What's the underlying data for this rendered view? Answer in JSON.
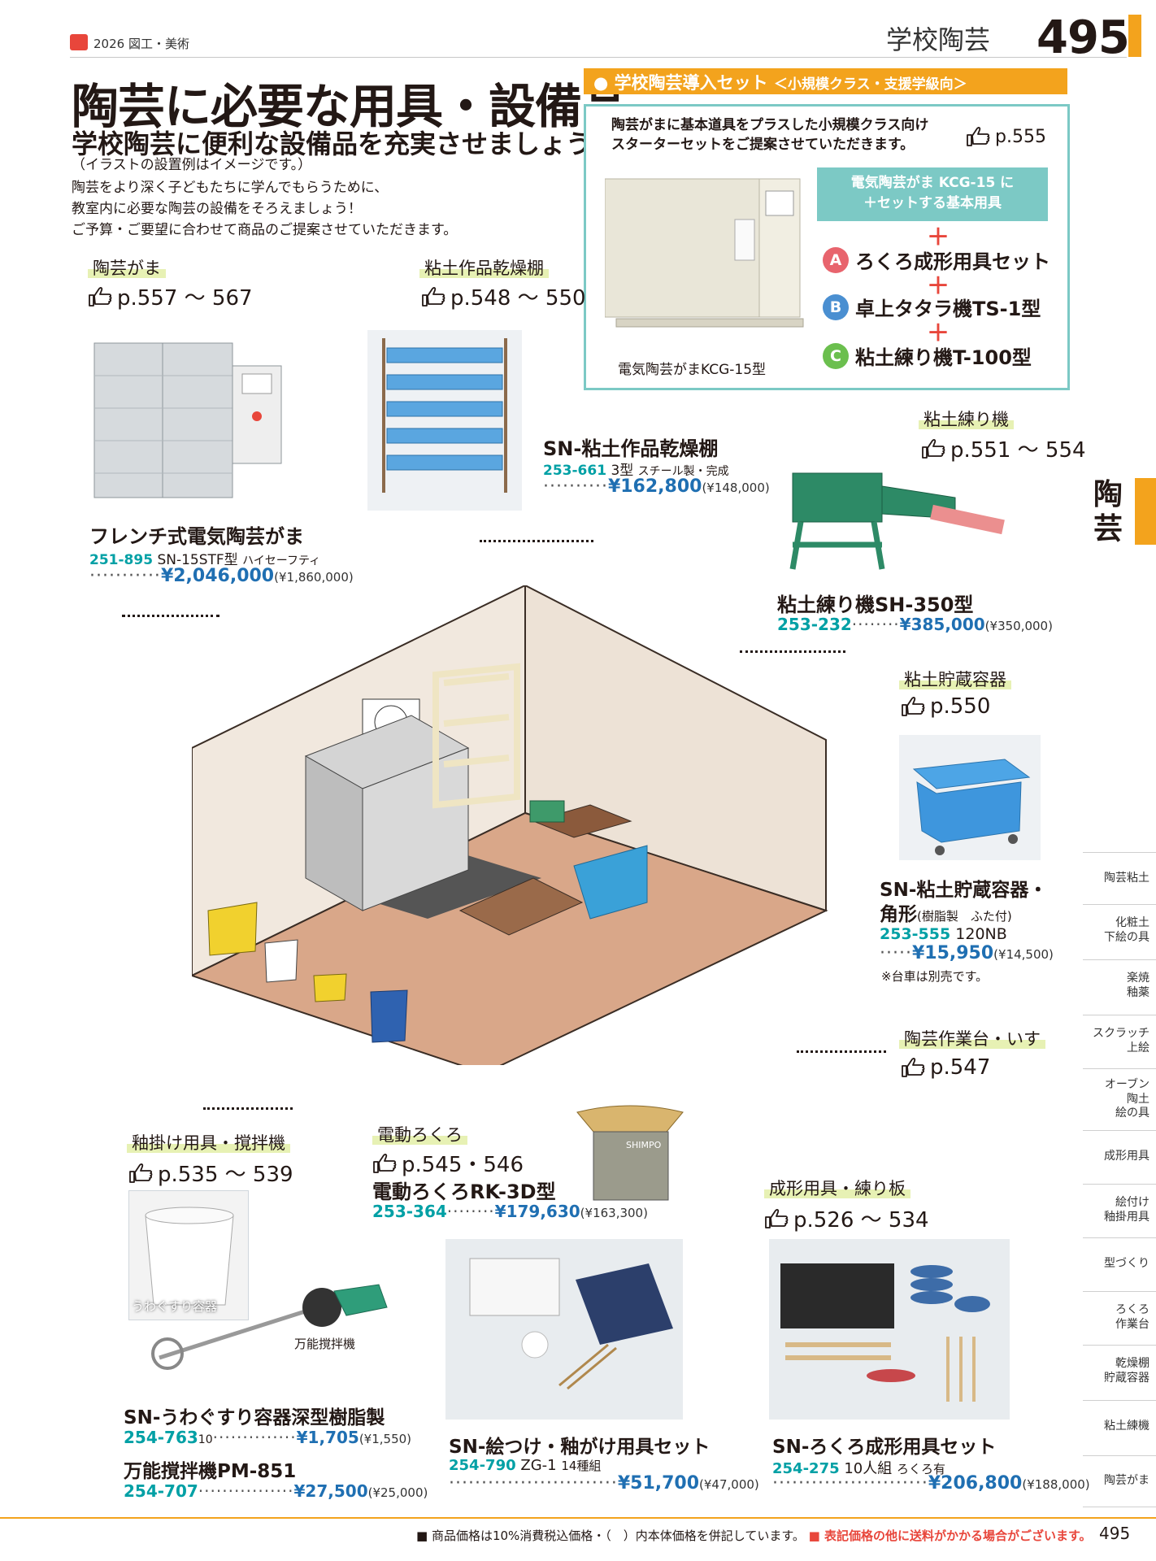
{
  "header": {
    "catalog": "2026 図工・美術",
    "section": "学校陶芸",
    "page_number": "495"
  },
  "main_title": "陶芸に必要な用具・設備品",
  "subtitle": "学校陶芸に便利な設備品を充実させましょう。",
  "note": "（イラストの設置例はイメージです。）",
  "intro": [
    "陶芸をより深く子どもたちに学んでもらうために、",
    "教室内に必要な陶芸の設備をそろえましょう！",
    "ご予算・ご要望に合わせて商品のご提案させていただきます。"
  ],
  "set_box": {
    "title": "● 学校陶芸導入セット",
    "title_sub": "＜小規模クラス・支援学級向＞",
    "desc": [
      "陶芸がまに基本道具をプラスした小規模クラス向け",
      "スターターセットをご提案させていただきます。"
    ],
    "ref": "p.555",
    "kiln_caption": "電気陶芸がまKCG-15型",
    "base_label": [
      "電気陶芸がま KCG-15 に",
      "＋セットする基本用具"
    ],
    "plus": "＋",
    "items": [
      {
        "badge": "A",
        "label": "ろくろ成形用具セット",
        "color": "#e8646d"
      },
      {
        "badge": "B",
        "label": "卓上タタラ機TS-1型",
        "color": "#4a8fd1"
      },
      {
        "badge": "C",
        "label": "粘土練り機T-100型",
        "color": "#6bbf4e"
      }
    ]
  },
  "categories": {
    "kiln": {
      "label": "陶芸がま",
      "ref": "p.557 ～ 567"
    },
    "rack": {
      "label": "粘土作品乾燥棚",
      "ref": "p.548 ～ 550"
    },
    "kneader": {
      "label": "粘土練り機",
      "ref": "p.551 ～ 554"
    },
    "storage": {
      "label": "粘土貯蔵容器",
      "ref": "p.550"
    },
    "table": {
      "label": "陶芸作業台・いす",
      "ref": "p.547"
    },
    "glaze": {
      "label": "釉掛け用具・撹拌機",
      "ref": "p.535 ～ 539"
    },
    "wheel": {
      "label": "電動ろくろ",
      "ref": "p.545・546"
    },
    "forming": {
      "label": "成形用具・練り板",
      "ref": "p.526 ～ 534"
    }
  },
  "products": {
    "kiln": {
      "name": "フレンチ式電気陶芸がま",
      "code": "251-895",
      "spec": "SN-15STF型",
      "spec2": "ハイセーフティ",
      "price": "¥2,046,000",
      "base": "(¥1,860,000)"
    },
    "rack": {
      "name": "SN-粘土作品乾燥棚",
      "code": "253-661",
      "spec": "3型",
      "spec2": "スチール製・完成",
      "price": "¥162,800",
      "base": "(¥148,000)"
    },
    "kneader": {
      "name": "粘土練り機SH-350型",
      "code": "253-232",
      "price": "¥385,000",
      "base": "(¥350,000)"
    },
    "storage": {
      "name1": "SN-粘土貯蔵容器・",
      "name2": "角形",
      "name2_sub": "(樹脂製　ふた付)",
      "code": "253-555",
      "spec": "120NB",
      "price": "¥15,950",
      "base": "(¥14,500)",
      "note": "※台車は別売です。"
    },
    "wheel": {
      "name": "電動ろくろRK-3D型",
      "code": "253-364",
      "price": "¥179,630",
      "base": "(¥163,300)"
    },
    "glaze_bucket": {
      "name": "SN-うわぐすり容器深型樹脂製",
      "code": "254-763",
      "spec": "10",
      "price": "¥1,705",
      "base": "(¥1,550)"
    },
    "mixer": {
      "name": "万能撹拌機PM-851",
      "code": "254-707",
      "price": "¥27,500",
      "base": "(¥25,000)"
    },
    "glaze_set": {
      "name": "SN-絵つけ・釉がけ用具セット",
      "code": "254-790",
      "spec": "ZG-1",
      "spec2": "14種組",
      "price": "¥51,700",
      "base": "(¥47,000)"
    },
    "forming_set": {
      "name": "SN-ろくろ成形用具セット",
      "code": "254-275",
      "spec": "10人組",
      "spec2": "ろくろ有",
      "price": "¥206,800",
      "base": "(¥188,000)"
    }
  },
  "photo_labels": {
    "bucket": "うわぐすり容器",
    "mixer": "万能撹拌機",
    "wheel_brand": "SHIMPO"
  },
  "side_tab": "陶芸",
  "side_index": [
    "陶芸粘土",
    "化粧土\n下絵の具",
    "楽焼\n釉薬",
    "スクラッチ\n上絵",
    "オーブン\n陶土\n絵の具",
    "成形用具",
    "絵付け\n釉掛用具",
    "型づくり",
    "ろくろ\n作業台",
    "乾燥棚\n貯蔵容器",
    "粘土練機",
    "陶芸がま"
  ],
  "footer": {
    "note1": "■ 商品価格は10%消費税込価格・（　）内本体価格を併記しています。",
    "note2": "■ 表記価格の他に送料がかかる場合がございます。",
    "page": "495"
  }
}
